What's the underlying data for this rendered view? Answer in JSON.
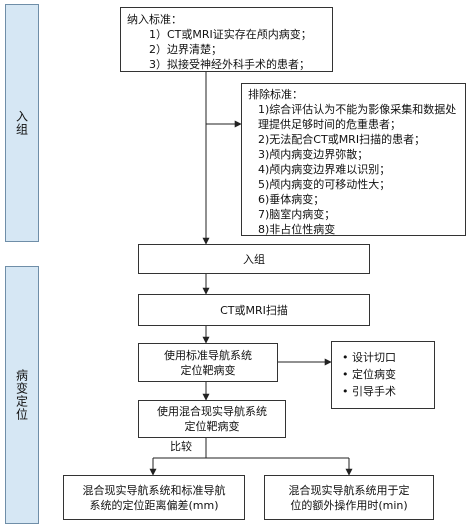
{
  "phases": {
    "enroll": "入组",
    "localize": "病变定位"
  },
  "inclusion": {
    "title": "纳入标准：",
    "items": [
      "1）CT或MRI证实存在颅内病变；",
      "2）边界清楚；",
      "3）拟接受神经外科手术的患者；"
    ]
  },
  "exclusion": {
    "title": "排除标准：",
    "items": [
      "1)综合评估认为不能为影像采集和数据处理提供足够时间的危重患者；",
      "2)无法配合CT或MRI扫描的患者；",
      "3)颅内病变边界弥散；",
      "4)颅内病变边界难以识别；",
      "5)颅内病变的可移动性大；",
      "6)垂体病变；",
      "7)脑室内病变；",
      "8)非占位性病变"
    ]
  },
  "steps": {
    "enroll": "入组",
    "scan": "CT或MRI扫描",
    "standard_nav": [
      "使用标准导航系统",
      "定位靶病变"
    ],
    "mr_nav": [
      "使用混合现实导航系统",
      "定位靶病变"
    ],
    "compare": "比较"
  },
  "side_list": [
    "设计切口",
    "定位病变",
    "引导手术"
  ],
  "outcomes": {
    "left": [
      "混合现实导航系统和标准导航",
      "系统的定位距离偏差(mm)"
    ],
    "right": [
      "混合现实导航系统用于定",
      "位的额外操作用时(min)"
    ]
  }
}
